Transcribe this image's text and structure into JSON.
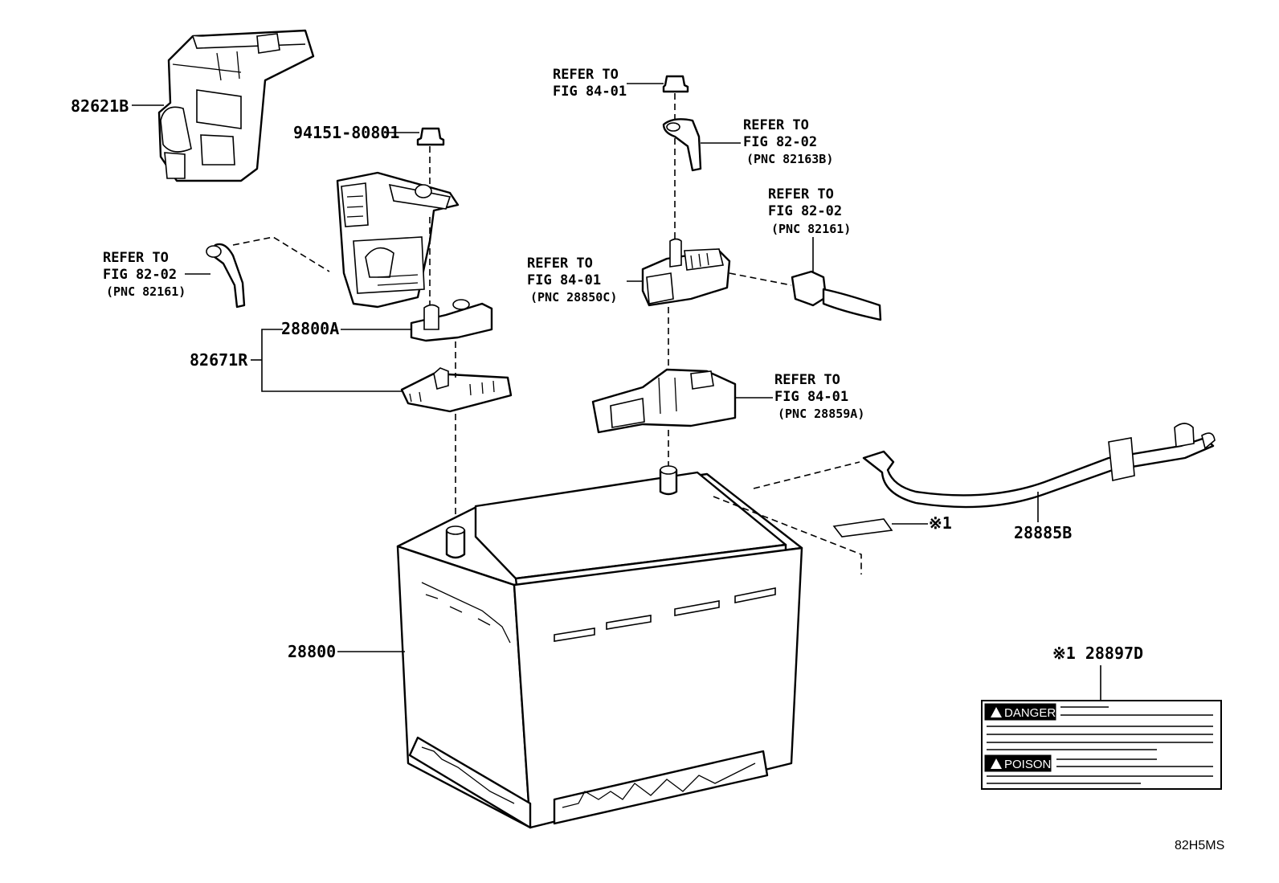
{
  "parts": {
    "p82621B": "82621B",
    "p94151": "94151-80801",
    "p28800A": "28800A",
    "p82671R": "82671R",
    "p28800": "28800",
    "p28885B": "28885B",
    "p28897D": "※1 28897D",
    "mark1": "※1"
  },
  "refs": {
    "r1": {
      "line1": "REFER TO",
      "line2": "FIG 84-01"
    },
    "r2": {
      "line1": "REFER TO",
      "line2": "FIG 82-02",
      "pnc": "(PNC 82163B)"
    },
    "r3": {
      "line1": "REFER TO",
      "line2": "FIG 82-02",
      "pnc": "(PNC 82161)"
    },
    "r4": {
      "line1": "REFER TO",
      "line2": "FIG 82-02",
      "pnc": "(PNC 82161)"
    },
    "r5": {
      "line1": "REFER TO",
      "line2": "FIG 84-01",
      "pnc": "(PNC 28850C)"
    },
    "r6": {
      "line1": "REFER TO",
      "line2": "FIG 84-01",
      "pnc": "(PNC 28859A)"
    }
  },
  "label_card": {
    "danger": "DANGER",
    "poison": "POISON"
  },
  "diagram_code": "82H5MS"
}
